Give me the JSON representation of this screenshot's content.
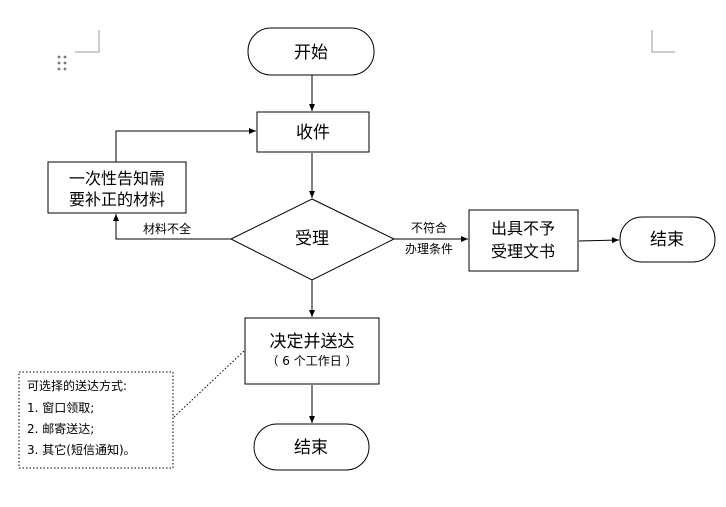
{
  "nodes": {
    "start": "开始",
    "receive": "收件",
    "notify_line1": "一次性告知需",
    "notify_line2": "要补正的材料",
    "accept": "受理",
    "reject_line1": "出具不予",
    "reject_line2": "受理文书",
    "end_right": "结束",
    "decide_line1": "决定并送达",
    "decide_line2": "（ 6 个工作日 ）",
    "end_bottom": "结束"
  },
  "edge_labels": {
    "incomplete": "材料不全",
    "nonconform_line1": "不符合",
    "nonconform_line2": "办理条件"
  },
  "note": {
    "title": "可选择的送达方式:",
    "items": [
      "1. 窗口领取;",
      "2. 邮寄送达;",
      "3. 其它(短信通知)。"
    ]
  }
}
